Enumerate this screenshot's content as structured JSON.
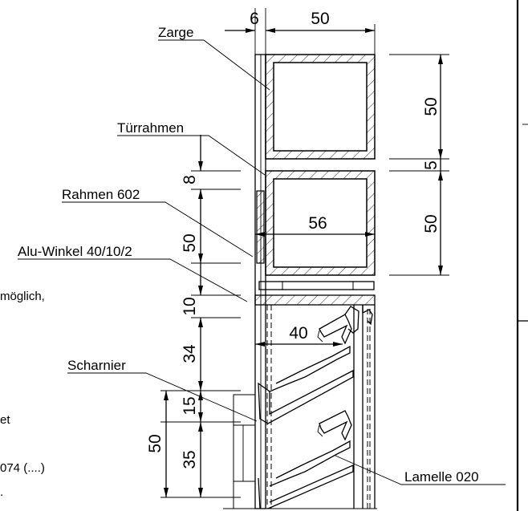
{
  "labels": {
    "zarge": "Zarge",
    "tuerrahmen": "Türrahmen",
    "rahmen": "Rahmen 602",
    "alu_winkel": "Alu-Winkel 40/10/2",
    "scharnier": "Scharnier",
    "lamelle": "Lamelle 020"
  },
  "dimensions": {
    "d6": "6",
    "d50_top": "50",
    "d50_r1": "50",
    "d5": "5",
    "d50_r2": "50",
    "d8": "8",
    "d56": "56",
    "d50_left": "50",
    "d10": "10",
    "d40": "40",
    "d34": "34",
    "d15": "15",
    "d35": "35",
    "d50_far": "50"
  },
  "side_text": {
    "line1": "möglich,",
    "line2": "et",
    "line3": "074 (....)",
    "line4": "."
  }
}
